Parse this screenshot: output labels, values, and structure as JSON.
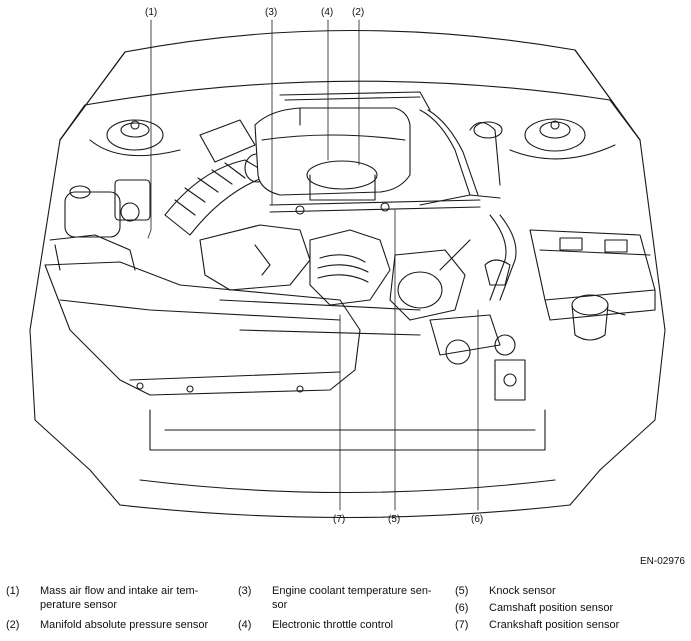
{
  "figure_code": "EN-02976",
  "callouts": [
    "(1)",
    "(2)",
    "(3)",
    "(4)",
    "(5)",
    "(6)",
    "(7)"
  ],
  "legend": [
    {
      "num": "(1)",
      "line1": "Mass air flow and intake air tem-",
      "line2": "perature sensor"
    },
    {
      "num": "(2)",
      "line1": "Manifold absolute pressure sensor",
      "line2": ""
    },
    {
      "num": "(3)",
      "line1": "Engine coolant temperature sen-",
      "line2": "sor"
    },
    {
      "num": "(4)",
      "line1": "Electronic throttle control",
      "line2": ""
    },
    {
      "num": "(5)",
      "line1": "Knock sensor",
      "line2": ""
    },
    {
      "num": "(6)",
      "line1": "Camshaft position sensor",
      "line2": ""
    },
    {
      "num": "(7)",
      "line1": "Crankshaft position sensor",
      "line2": ""
    }
  ]
}
